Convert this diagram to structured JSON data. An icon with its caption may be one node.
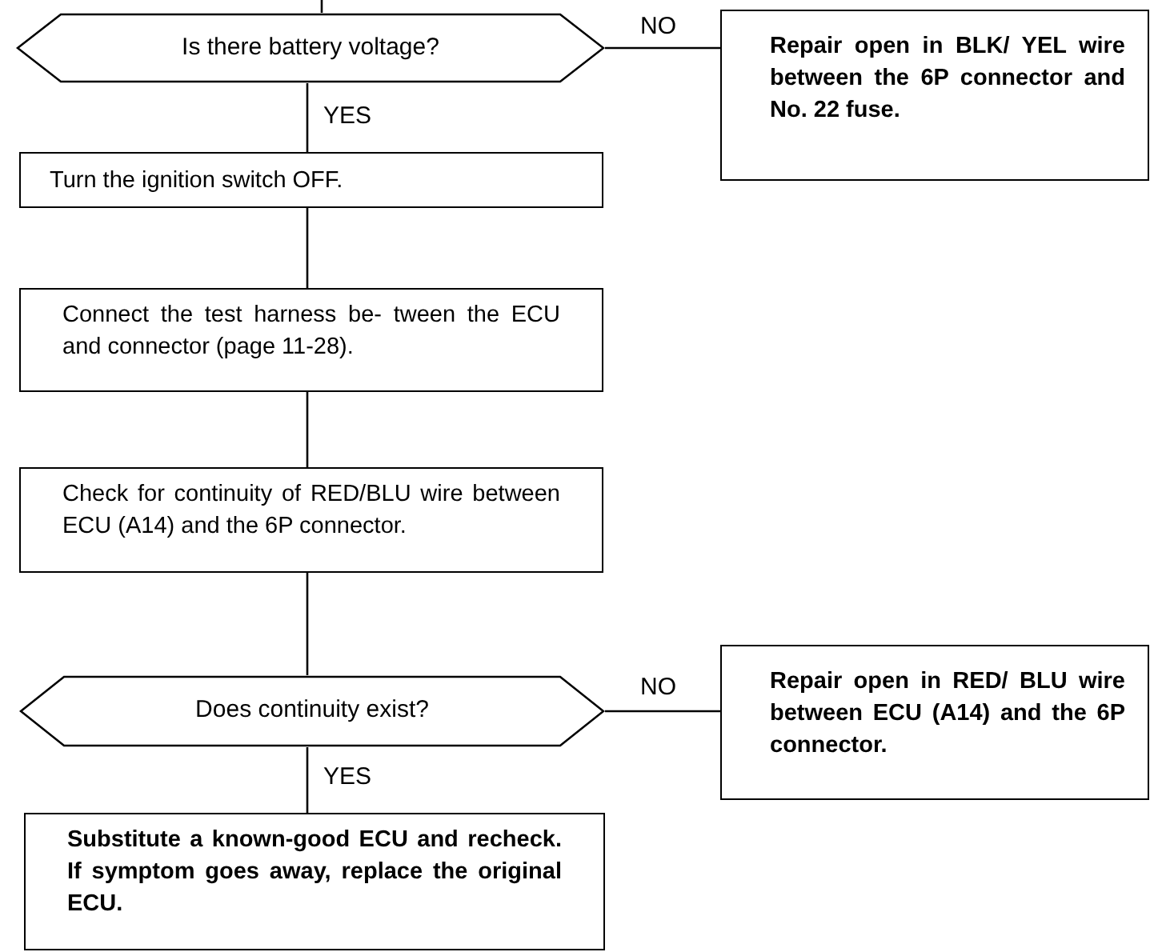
{
  "diagram": {
    "nodes": [
      {
        "text": [
          "Is there battery voltage?"
        ]
      },
      {
        "text": [
          "Repair open in BLK/ YEL wire between the 6P connector and No. 22 fuse."
        ]
      },
      {
        "text": [
          "Turn the ignition switch OFF."
        ]
      },
      {
        "text": [
          "Connect the test harness be- tween the ECU and connector (page 11-28)."
        ]
      },
      {
        "text": [
          "Check for continuity of RED/BLU wire between ECU (A14) and the 6P connector."
        ]
      },
      {
        "text": [
          "Does continuity exist?"
        ]
      },
      {
        "text": [
          "Repair open in RED/ BLU wire between ECU (A14) and the 6P connector."
        ]
      },
      {
        "text": [
          "Substitute a known-good ECU and recheck. If symptom goes away, replace the original ECU."
        ]
      }
    ],
    "edges": [
      {
        "from": null,
        "to": 0,
        "arrow": "none"
      },
      {
        "from": 0,
        "to": 1,
        "arrow": "none",
        "label": "NO"
      },
      {
        "from": 0,
        "to": 2,
        "arrow": "none",
        "label": "YES"
      },
      {
        "from": 2,
        "to": 3,
        "arrow": "none"
      },
      {
        "from": 3,
        "to": 4,
        "arrow": "none"
      },
      {
        "from": 4,
        "to": 5,
        "arrow": "none"
      },
      {
        "from": 5,
        "to": 6,
        "arrow": "none",
        "label": "NO"
      },
      {
        "from": 5,
        "to": 7,
        "arrow": "none",
        "label": "YES"
      }
    ]
  }
}
